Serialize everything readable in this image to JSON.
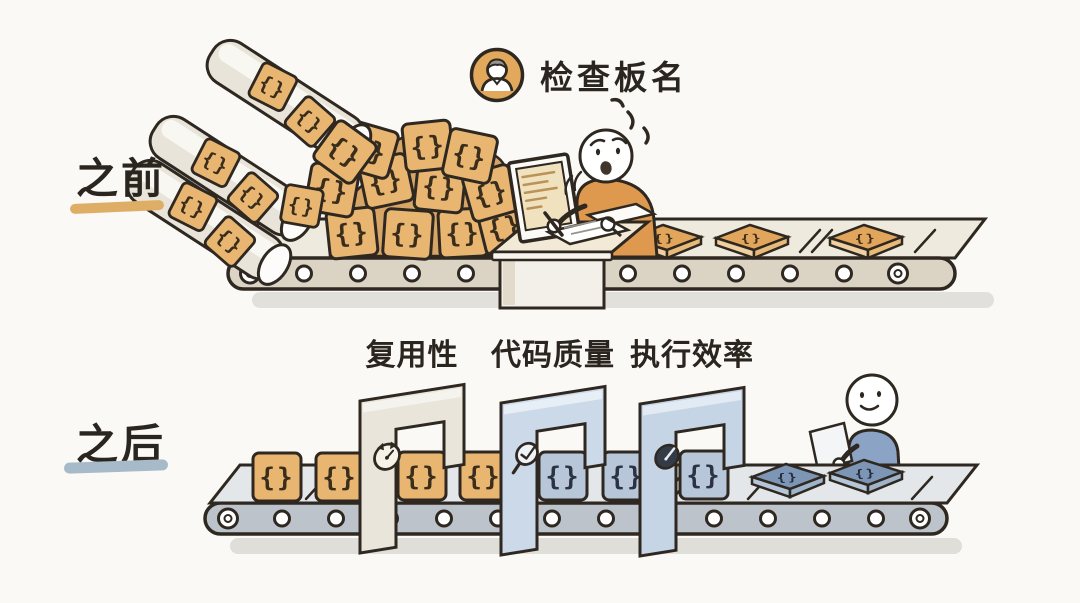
{
  "palette": {
    "background": "#faf9f6",
    "ink": "#2e2821",
    "tan_block": "#e9b672",
    "blue_block": "#b7c6d9",
    "person_before": "#de994e",
    "person_after": "#8ba3c5"
  },
  "before": {
    "section_label": "之前",
    "underline_color": "#dfae66",
    "caption": {
      "icon": "user-avatar",
      "label": "检查板名"
    }
  },
  "after": {
    "section_label": "之后",
    "underline_color": "#a7bac9",
    "gates": [
      {
        "label": "复用性",
        "icon": "reuse-refresh"
      },
      {
        "label": "代码质量",
        "icon": "magnifier-check"
      },
      {
        "label": "执行效率",
        "icon": "gauge"
      }
    ]
  },
  "blocks": {
    "glyph": "{}"
  }
}
